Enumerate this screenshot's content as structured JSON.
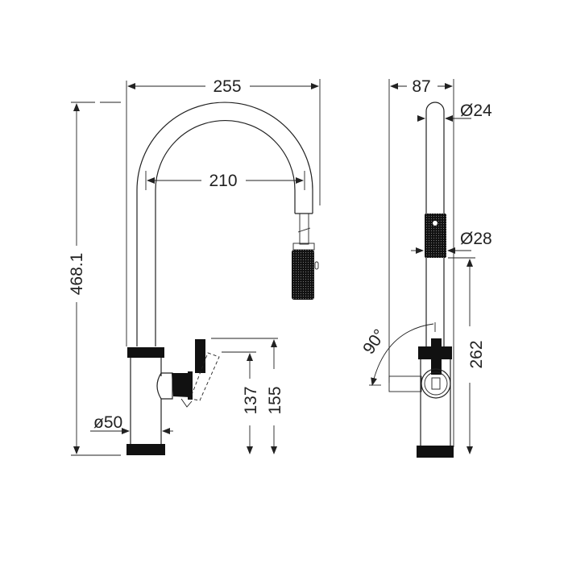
{
  "drawing": {
    "front_view": {
      "overall_width": "255",
      "spout_reach": "210",
      "overall_height": "468.1",
      "lever_height_low": "137",
      "lever_height_high": "155",
      "base_diameter": "ø50"
    },
    "side_view": {
      "depth": "87",
      "pipe_diameter": "Ø24",
      "spray_diameter": "Ø28",
      "spray_height": "262",
      "lever_rotation": "90°"
    }
  }
}
